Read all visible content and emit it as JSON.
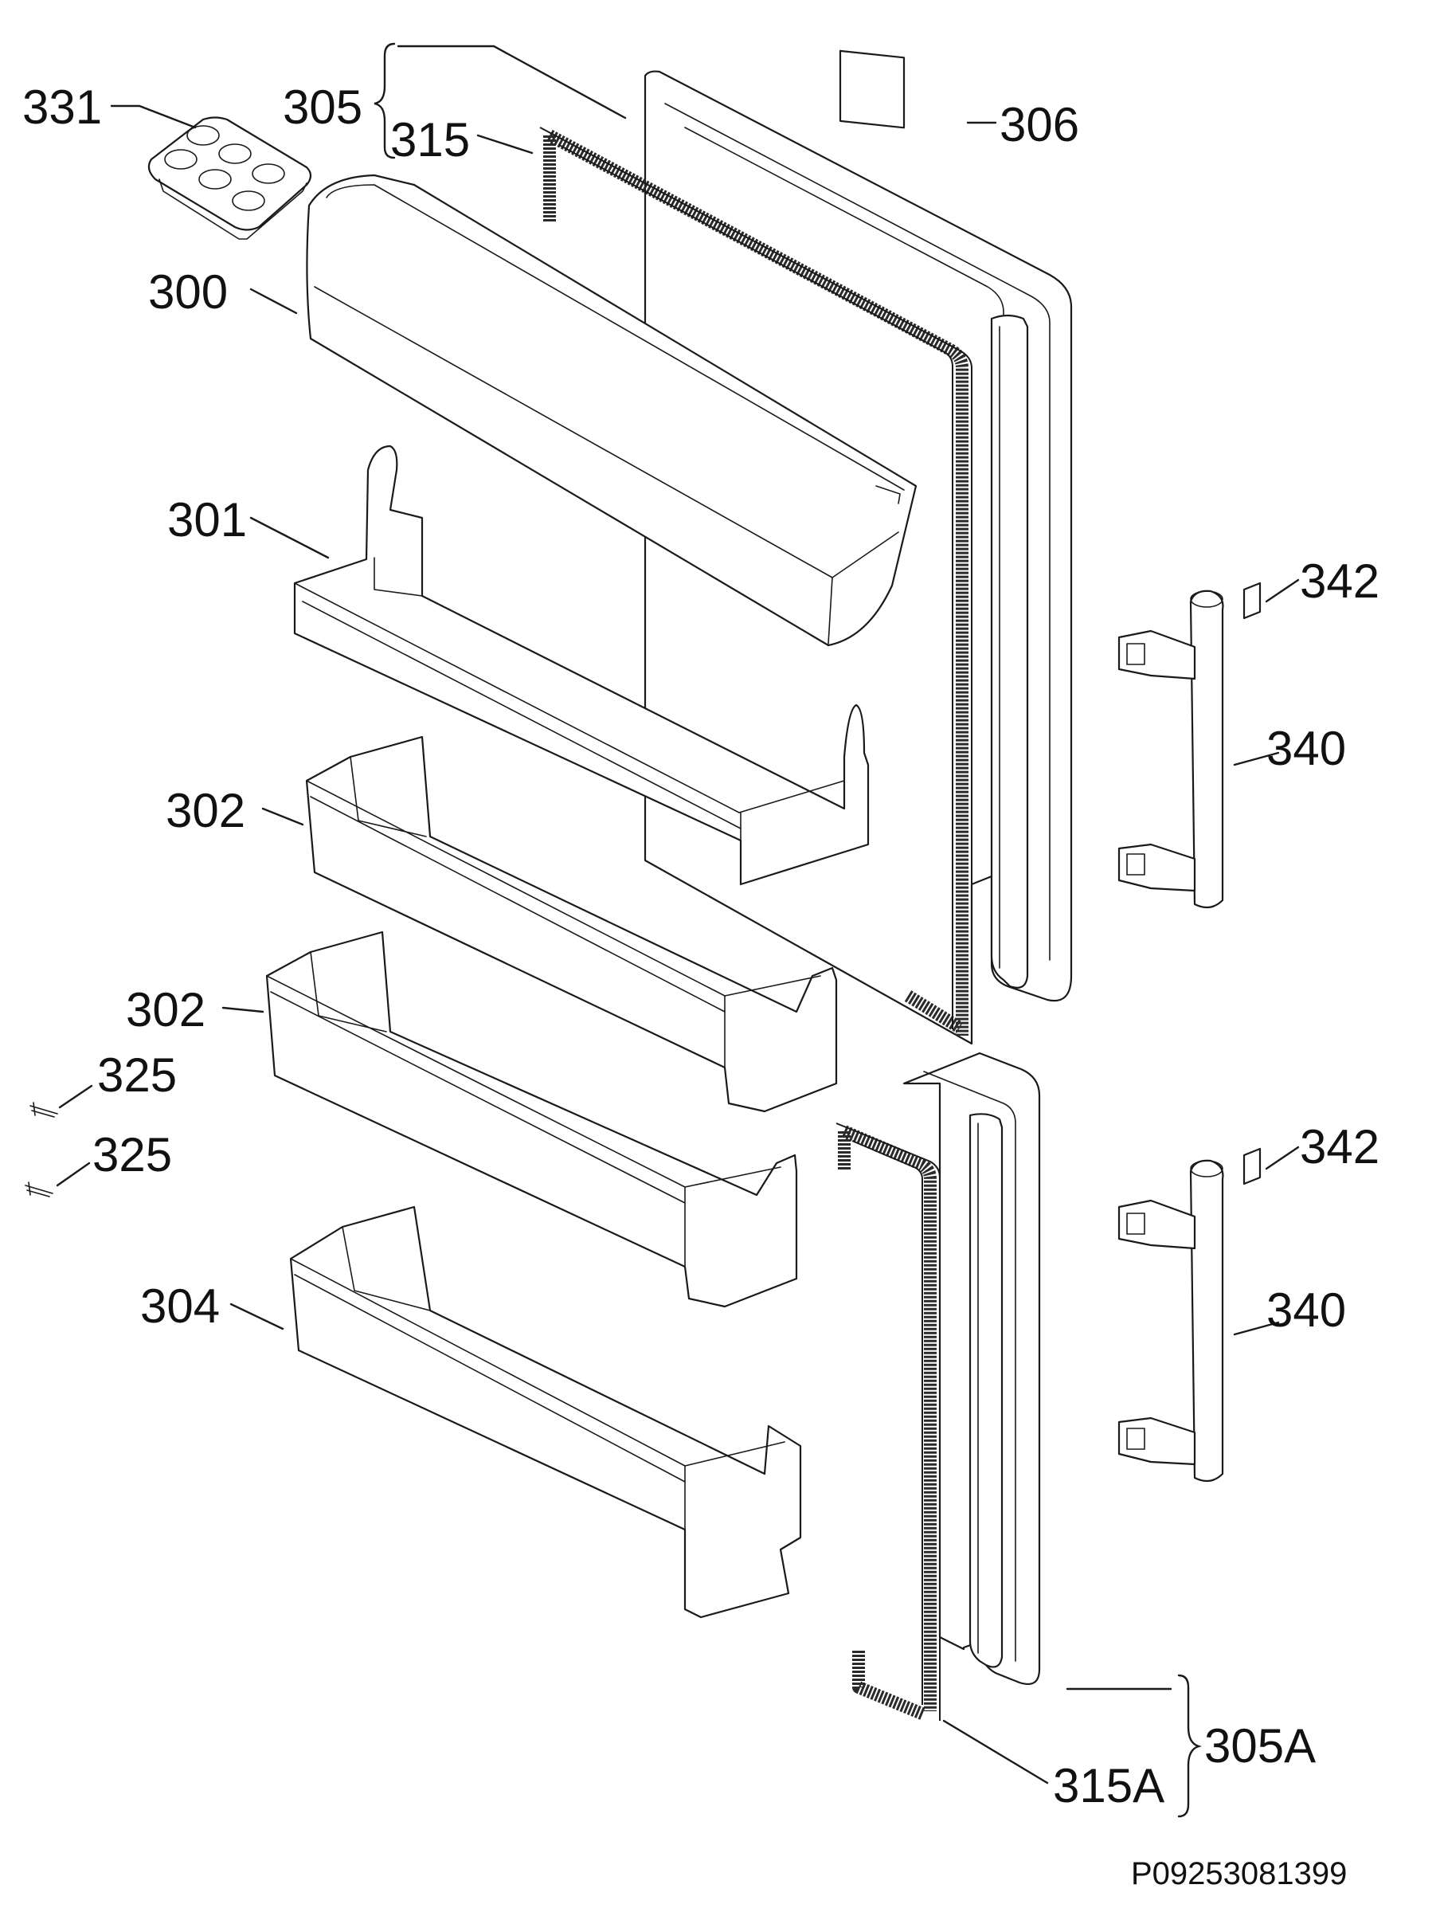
{
  "labels": {
    "l331": "331",
    "l305": "305",
    "l315": "315",
    "l306": "306",
    "l300": "300",
    "l301": "301",
    "l302a": "302",
    "l302b": "302",
    "l325a": "325",
    "l325b": "325",
    "l304": "304",
    "l342a": "342",
    "l340a": "340",
    "l342b": "342",
    "l340b": "340",
    "l305A": "305A",
    "l315A": "315A"
  },
  "drawing_code": "P09253081399"
}
